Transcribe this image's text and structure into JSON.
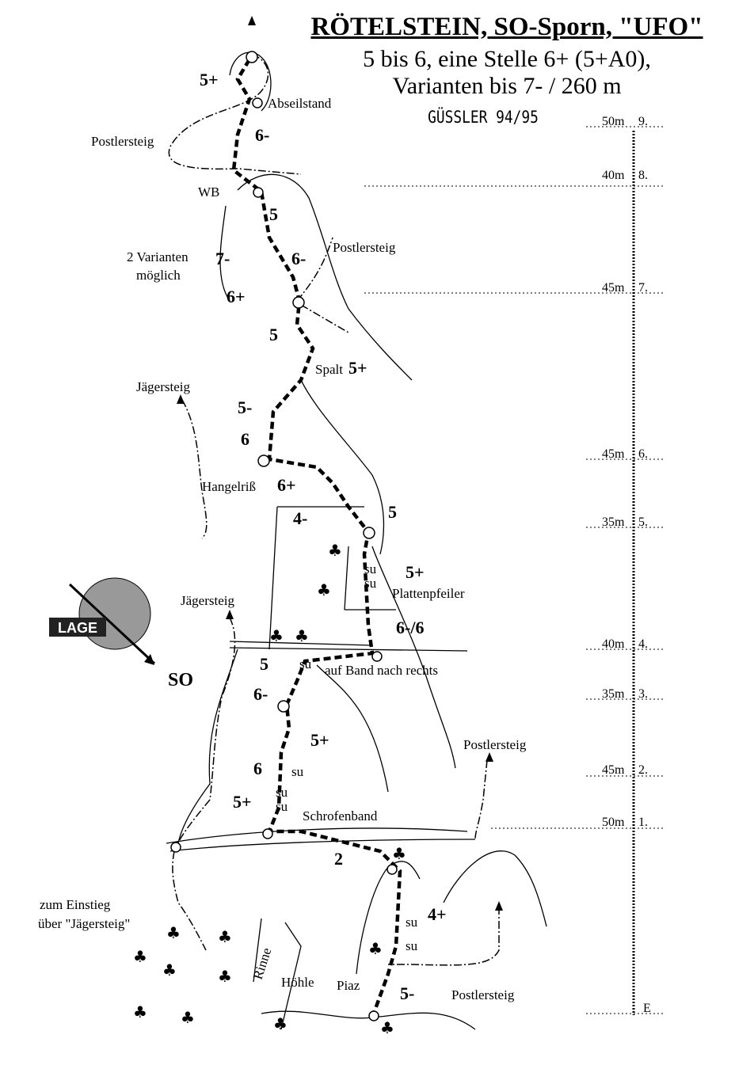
{
  "header": {
    "title": "RÖTELSTEIN, SO-Sporn, \"UFO\"",
    "subtitle_line1": "5 bis 6, eine Stelle 6+ (5+A0),",
    "subtitle_line2": "Varianten bis 7- / 260 m",
    "author": "GÜSSLER 94/95"
  },
  "pitches": [
    {
      "length": "50m",
      "number": "9."
    },
    {
      "length": "40m",
      "number": "8."
    },
    {
      "length": "45m",
      "number": "7."
    },
    {
      "length": "45m",
      "number": "6."
    },
    {
      "length": "35m",
      "number": "5."
    },
    {
      "length": "40m",
      "number": "4."
    },
    {
      "length": "35m",
      "number": "3."
    },
    {
      "length": "45m",
      "number": "2."
    },
    {
      "length": "50m",
      "number": "1."
    },
    {
      "length": "",
      "number": "E"
    }
  ],
  "labels": {
    "abseilstand": "Abseilstand",
    "postlersteig": "Postlersteig",
    "wb": "WB",
    "varianten": "2 Varianten",
    "moeglich": "möglich",
    "spalt": "Spalt",
    "jaegersteig": "Jägersteig",
    "hangelriss": "Hangelriß",
    "plattenpfeiler": "Plattenpfeiler",
    "auf_band": "auf Band nach rechts",
    "schrofenband": "Schrofenband",
    "zum_einstieg": "zum Einstieg",
    "ueber_jaegersteig": "über \"Jägersteig\"",
    "rinne": "Rinne",
    "hoehle": "Höhle",
    "piaz": "Piaz",
    "lage": "LAGE",
    "so": "SO",
    "su": "su"
  },
  "grades": [
    "5+",
    "6-",
    "5",
    "7-",
    "6-",
    "6+",
    "5",
    "5+",
    "5-",
    "6",
    "6+",
    "4-",
    "5",
    "5+",
    "6-/6",
    "5",
    "6-",
    "5+",
    "6",
    "5+",
    "2",
    "4+",
    "5-"
  ]
}
